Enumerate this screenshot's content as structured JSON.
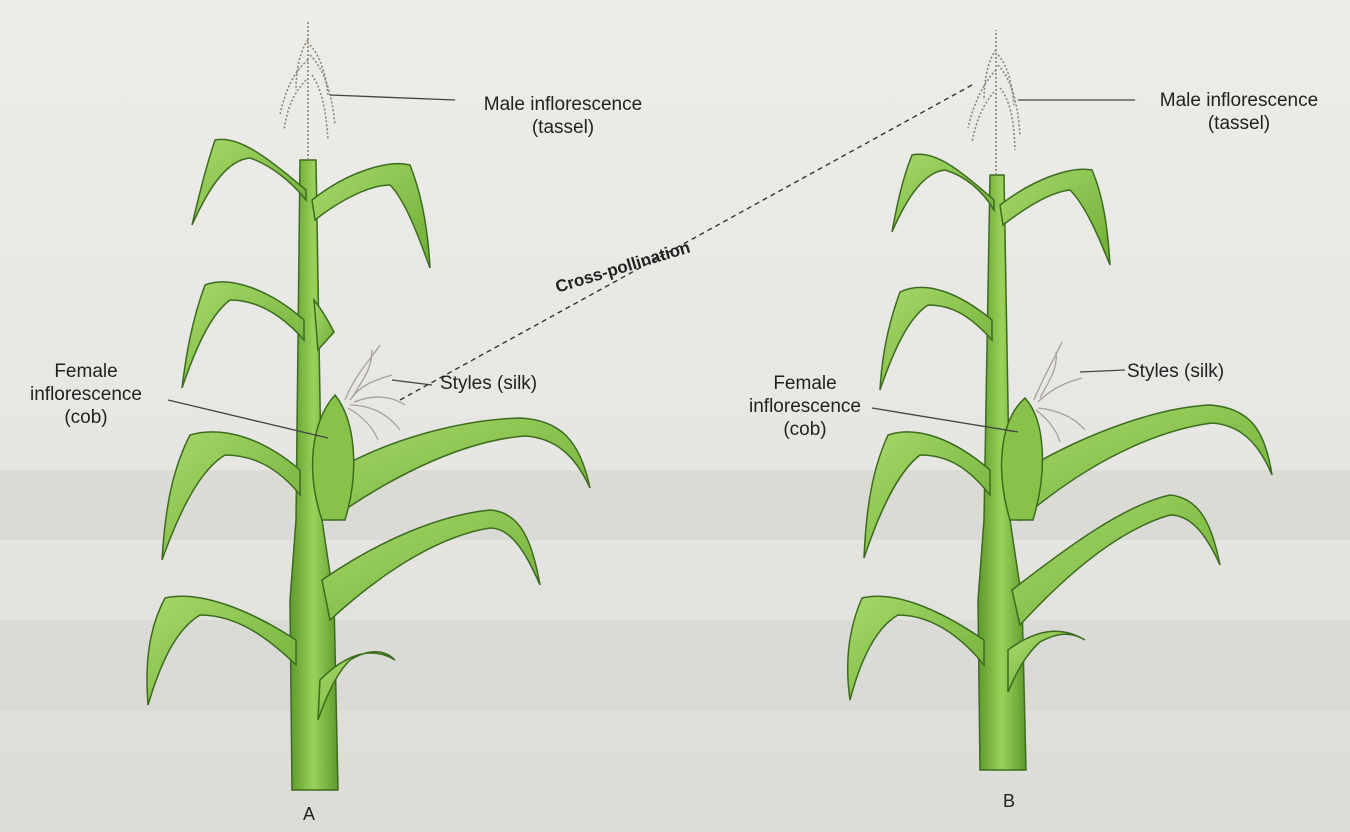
{
  "diagram": {
    "cross_pollination_label": "Cross-pollination",
    "plant_a": {
      "letter": "A",
      "male_label_line1": "Male inflorescence",
      "male_label_line2": "(tassel)",
      "female_label_line1": "Female",
      "female_label_line2": "inflorescence",
      "female_label_line3": "(cob)",
      "styles_label": "Styles (silk)"
    },
    "plant_b": {
      "letter": "B",
      "male_label_line1": "Male inflorescence",
      "male_label_line2": "(tassel)",
      "female_label_line1": "Female",
      "female_label_line2": "inflorescence",
      "female_label_line3": "(cob)",
      "styles_label": "Styles (silk)"
    },
    "colors": {
      "leaf": "#8cc84a",
      "leaf_dark": "#3d6b1f",
      "stem": "#7cbf3f",
      "tassel": "#b8b2a4",
      "silk": "#c9c0b4",
      "label_line": "#444444"
    }
  }
}
